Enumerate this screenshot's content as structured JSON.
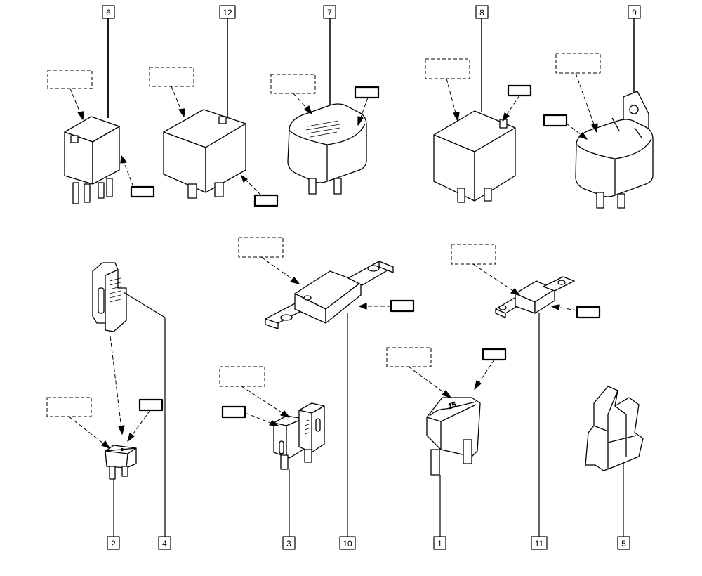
{
  "title": "",
  "callouts": {
    "n1": "1",
    "n2": "2",
    "n3": "3",
    "n4": "4",
    "n5": "5",
    "n6": "6",
    "n7": "7",
    "n8": "8",
    "n9": "9",
    "n10": "10",
    "n11": "11",
    "n12": "12"
  },
  "fuse_marking": "15"
}
